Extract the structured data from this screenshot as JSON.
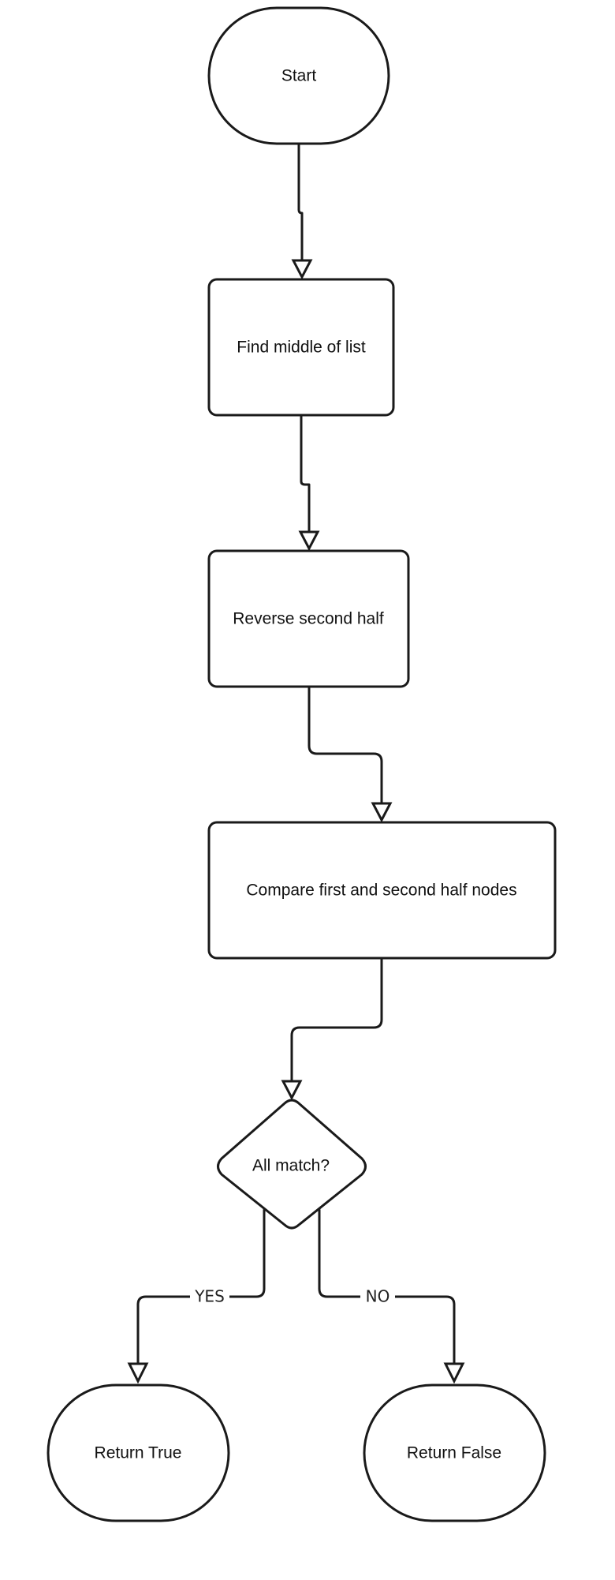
{
  "nodes": {
    "start": "Start",
    "find_middle": "Find middle of list",
    "reverse": "Reverse second half",
    "compare": "Compare first and second half nodes",
    "decision": "All match?",
    "return_true": "Return True",
    "return_false": "Return False"
  },
  "edges": {
    "yes": "YES",
    "no": "NO"
  }
}
